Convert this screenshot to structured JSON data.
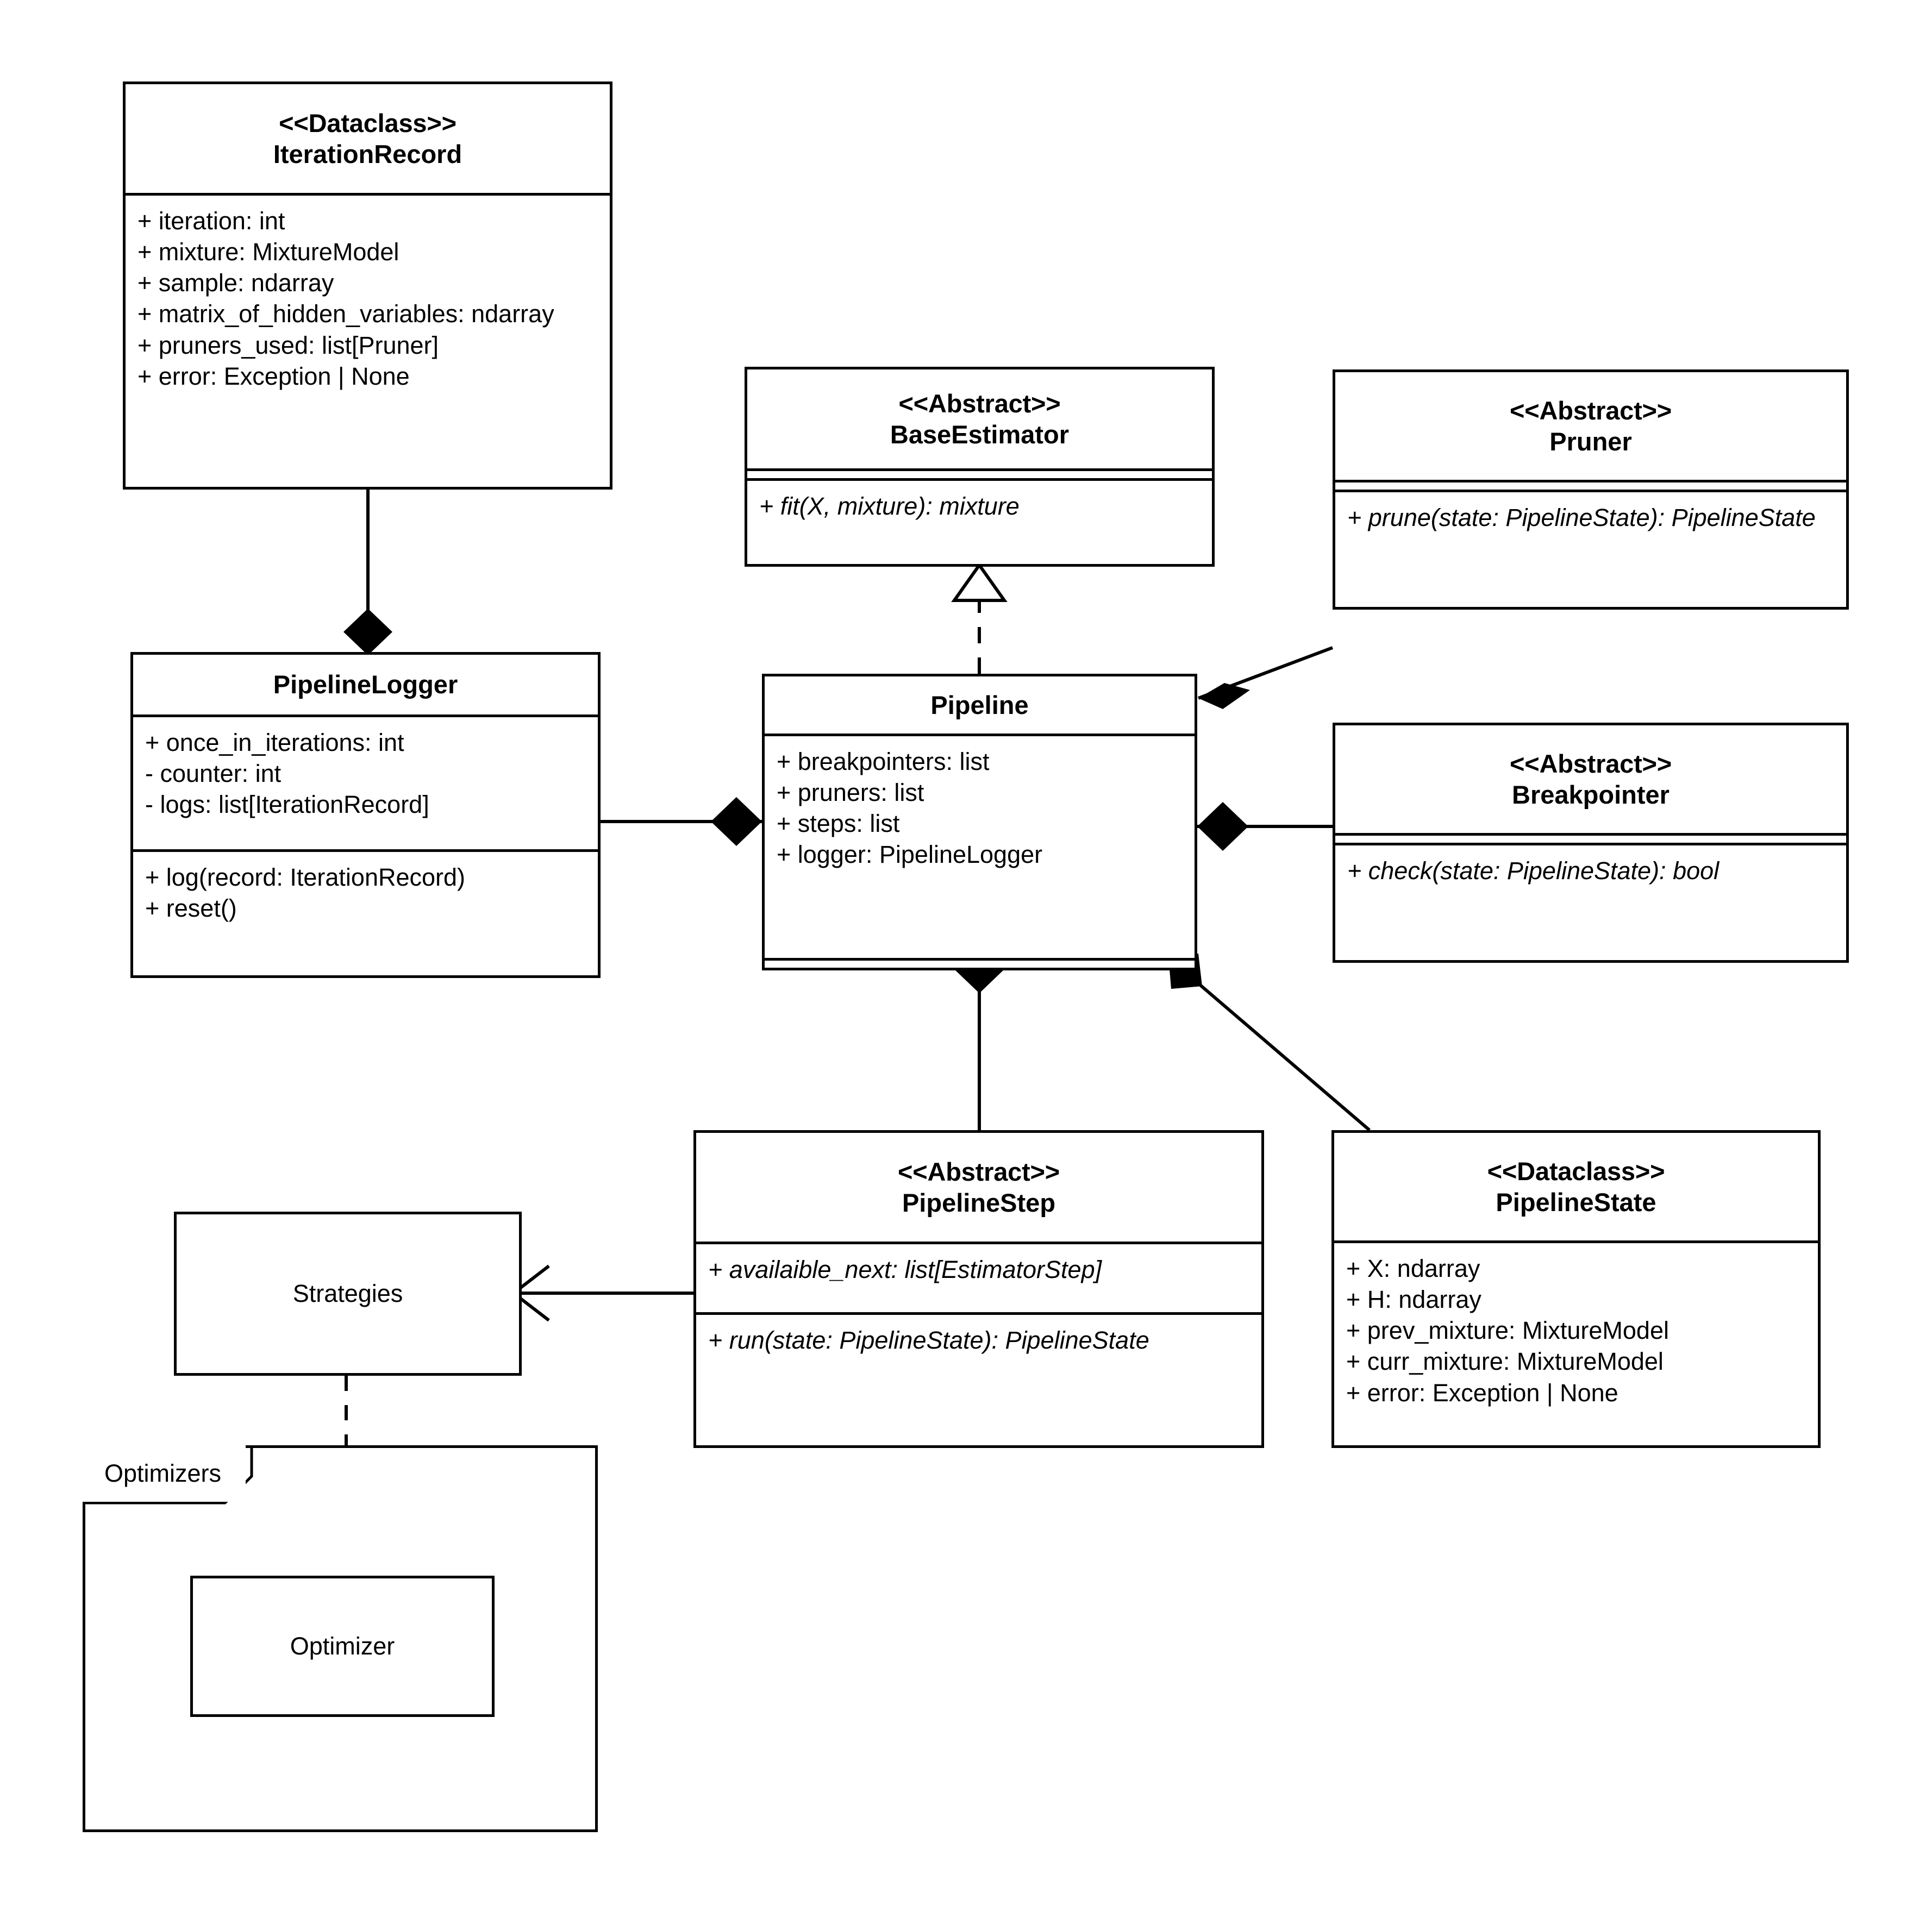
{
  "diagram": {
    "title": "Pipeline architecture UML class diagram",
    "stroke_color": "#000000",
    "background_color": "#ffffff"
  },
  "stereotypes": {
    "dataclass": "<<Dataclass>>",
    "abstract": "<<Abstract>>"
  },
  "classes": {
    "iteration_record": {
      "stereotype": "<<Dataclass>>",
      "name": "IterationRecord",
      "attributes": [
        "+ iteration: int",
        "+ mixture: MixtureModel",
        "+ sample: ndarray",
        "+ matrix_of_hidden_variables: ndarray",
        "+ pruners_used: list[Pruner]",
        "+ error: Exception | None"
      ]
    },
    "pipeline_logger": {
      "name": "PipelineLogger",
      "attributes": [
        "+ once_in_iterations: int",
        "- counter: int",
        "- logs: list[IterationRecord]"
      ],
      "methods": [
        "+ log(record: IterationRecord)",
        "+ reset()"
      ]
    },
    "base_estimator": {
      "stereotype": "<<Abstract>>",
      "name": "BaseEstimator",
      "methods": [
        "+ fit(X, mixture): mixture"
      ]
    },
    "pipeline": {
      "name": "Pipeline",
      "attributes": [
        "+ breakpointers: list",
        "+ pruners: list",
        "+ steps: list",
        "+ logger: PipelineLogger"
      ],
      "methods": []
    },
    "pruner": {
      "stereotype": "<<Abstract>>",
      "name": "Pruner",
      "attributes": [],
      "methods": [
        "+ prune(state: PipelineState): PipelineState"
      ]
    },
    "breakpointer": {
      "stereotype": "<<Abstract>>",
      "name": "Breakpointer",
      "attributes": [],
      "methods": [
        "+ check(state: PipelineState): bool"
      ]
    },
    "pipeline_step": {
      "stereotype": "<<Abstract>>",
      "name": "PipelineStep",
      "attributes": [
        "+ availaible_next: list[EstimatorStep]"
      ],
      "methods": [
        "+ run(state: PipelineState): PipelineState"
      ]
    },
    "pipeline_state": {
      "stereotype": "<<Dataclass>>",
      "name": "PipelineState",
      "attributes": [
        "+ X: ndarray",
        "+ H: ndarray",
        "+ prev_mixture: MixtureModel",
        "+ curr_mixture: MixtureModel",
        "+ error: Exception | None"
      ]
    },
    "strategies": {
      "name": "Strategies"
    },
    "optimizer": {
      "name": "Optimizer"
    }
  },
  "packages": {
    "optimizers": {
      "name": "Optimizers"
    }
  },
  "relationships": [
    {
      "name": "iterationrecord-composition-pipelinelogger",
      "kind": "composition",
      "from": "PipelineLogger",
      "to": "IterationRecord"
    },
    {
      "name": "pipelinelogger-composition-pipeline",
      "kind": "composition",
      "from": "Pipeline",
      "to": "PipelineLogger"
    },
    {
      "name": "pipeline-realizes-baseestimator",
      "kind": "realization",
      "from": "Pipeline",
      "to": "BaseEstimator"
    },
    {
      "name": "pruner-composition-pipeline",
      "kind": "composition",
      "from": "Pipeline",
      "to": "Pruner"
    },
    {
      "name": "breakpointer-composition-pipeline",
      "kind": "composition",
      "from": "Pipeline",
      "to": "Breakpointer"
    },
    {
      "name": "pipelinestep-composition-pipeline",
      "kind": "composition",
      "from": "Pipeline",
      "to": "PipelineStep"
    },
    {
      "name": "pipelinestate-composition-pipeline",
      "kind": "composition",
      "from": "Pipeline",
      "to": "PipelineState"
    },
    {
      "name": "pipelinestep-association-strategies",
      "kind": "association",
      "from": "PipelineStep",
      "to": "Strategies"
    },
    {
      "name": "strategies-dependency-optimizer",
      "kind": "dependency",
      "from": "Strategies",
      "to": "Optimizer"
    }
  ]
}
